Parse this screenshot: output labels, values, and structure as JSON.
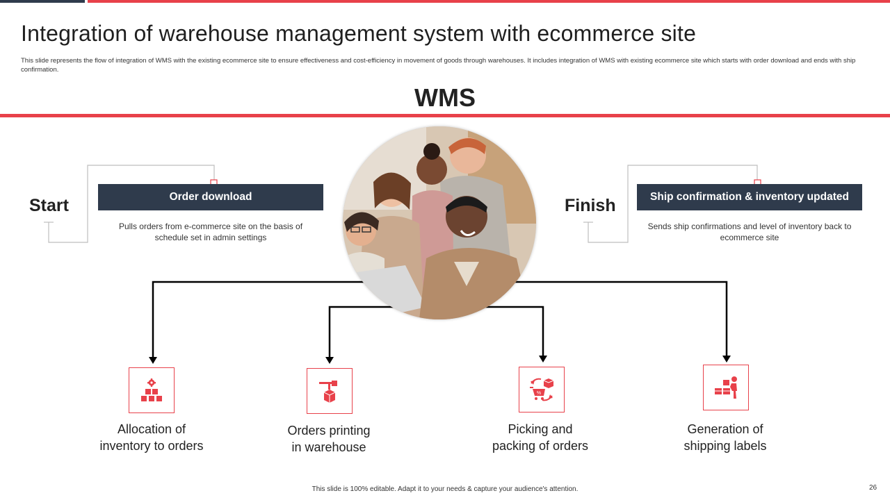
{
  "title": "Integration of warehouse management system with ecommerce site",
  "description": "This slide represents the flow of integration of WMS with the existing ecommerce site to ensure effectiveness and cost-efficiency in movement of goods through warehouses. It includes integration of WMS with existing ecommerce site which starts with order download and ends with ship confirmation.",
  "center_label": "WMS",
  "start": {
    "label": "Start",
    "box_title": "Order download",
    "box_desc": "Pulls orders from e-commerce site on the basis of schedule set in admin settings"
  },
  "finish": {
    "label": "Finish",
    "box_title": "Ship confirmation & inventory updated",
    "box_desc": "Sends ship confirmations and level of inventory back to ecommerce site"
  },
  "steps": [
    {
      "icon": "inventory-boxes-gear-icon",
      "label_line1": "Allocation of",
      "label_line2": "inventory to orders"
    },
    {
      "icon": "printer-box-icon",
      "label_line1": "Orders printing",
      "label_line2": "in warehouse"
    },
    {
      "icon": "cart-boxes-cycle-icon",
      "label_line1": "Picking and",
      "label_line2": "packing of orders"
    },
    {
      "icon": "person-pushing-boxes-icon",
      "label_line1": "Generation of",
      "label_line2": "shipping labels"
    }
  ],
  "footer": "This slide is 100% editable. Adapt it to your needs & capture your audience's attention.",
  "page_number": "26",
  "colors": {
    "accent": "#e8414a",
    "dark": "#2f3b4c",
    "connector": "#000000",
    "bracket": "#bdbdbd"
  }
}
